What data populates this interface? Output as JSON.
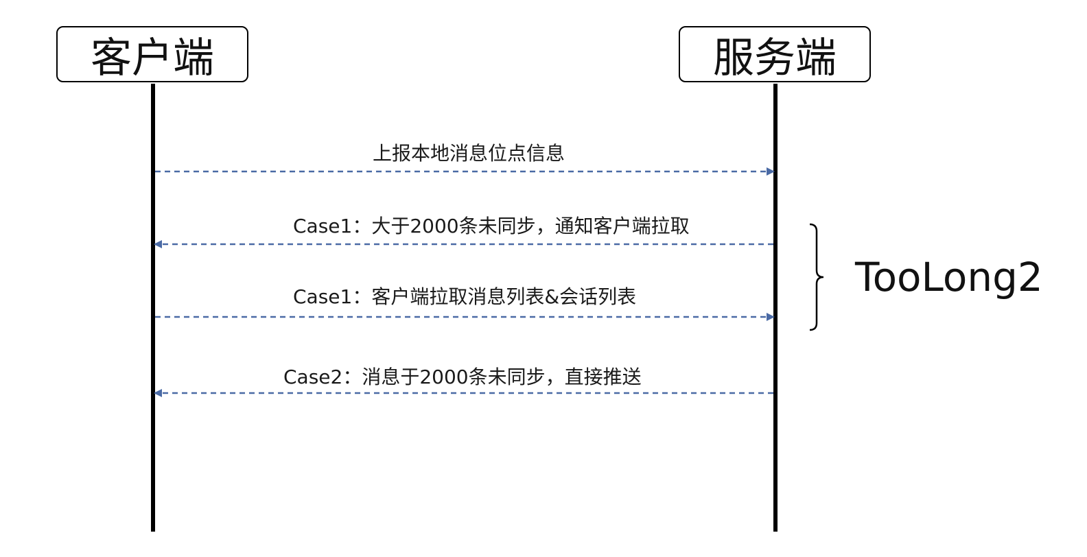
{
  "actors": {
    "client": "客户端",
    "server": "服务端"
  },
  "messages": [
    {
      "label": "上报本地消息位点信息",
      "direction": "client-to-server"
    },
    {
      "label": "Case1：大于2000条未同步，通知客户端拉取",
      "direction": "server-to-client"
    },
    {
      "label": "Case1：客户端拉取消息列表&会话列表",
      "direction": "client-to-server"
    },
    {
      "label": "Case2：消息于2000条未同步，直接推送",
      "direction": "server-to-client"
    }
  ],
  "group": {
    "label": "TooLong2"
  },
  "colors": {
    "arrow": "#4a6aa5",
    "lifeline": "#000000"
  }
}
